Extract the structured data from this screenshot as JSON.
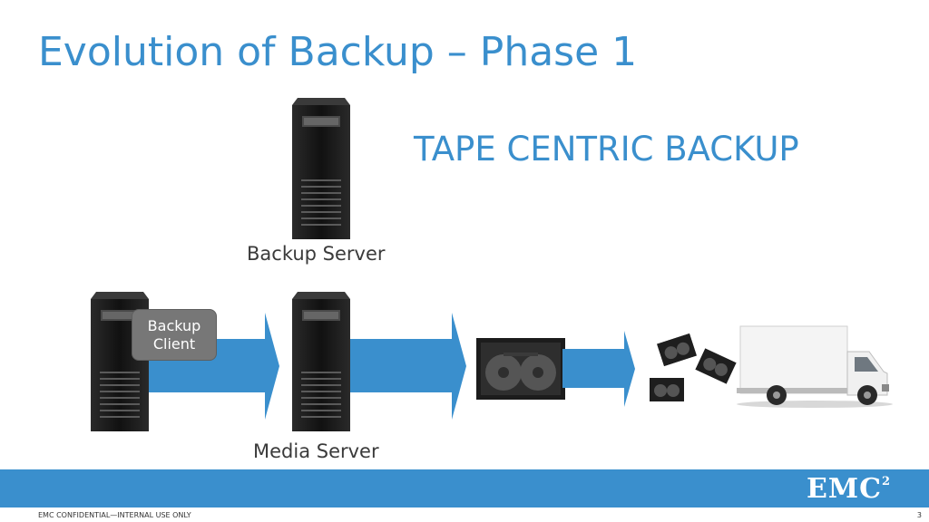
{
  "slide": {
    "title": "Evolution of Backup – Phase 1",
    "subtitle": "TAPE CENTRIC BACKUP",
    "backup_server_label": "Backup Server",
    "media_server_label": "Media Server",
    "client_label_line1": "Backup",
    "client_label_line2": "Client"
  },
  "footer": {
    "confidential": "EMC CONFIDENTIAL—INTERNAL USE ONLY",
    "page_number": "3",
    "logo_text": "EMC",
    "logo_sup": "2"
  },
  "colors": {
    "accent": "#3a8fcd",
    "arrow": "#3a8fcd",
    "server": "#1a1a1a",
    "client_box": "#777777"
  },
  "icons": [
    "server-icon",
    "tape-cartridge-icon",
    "delivery-truck-icon"
  ]
}
